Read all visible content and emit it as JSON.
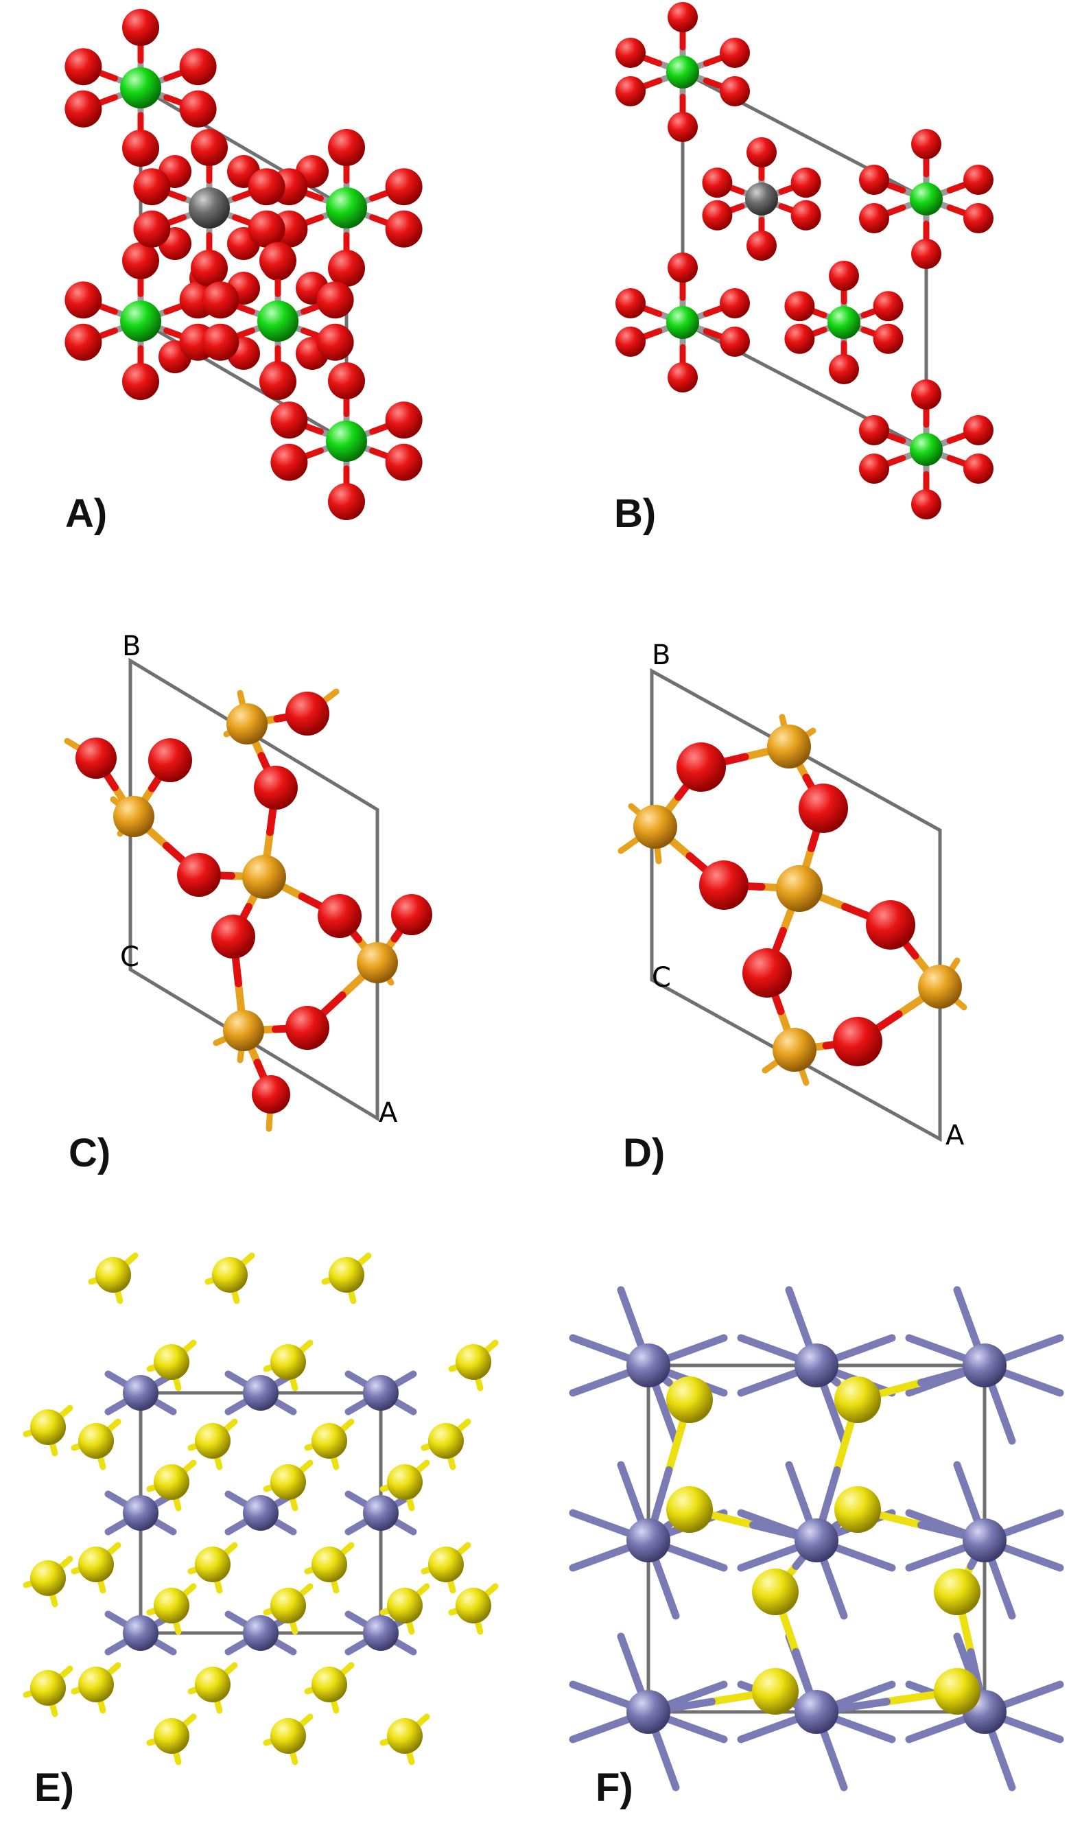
{
  "panels": [
    {
      "label": "A)"
    },
    {
      "label": "B)"
    },
    {
      "label": "C)",
      "axes": {
        "a": "A",
        "b": "B",
        "c": "C"
      }
    },
    {
      "label": "D)",
      "axes": {
        "a": "A",
        "b": "B",
        "c": "C"
      }
    },
    {
      "label": "E)"
    },
    {
      "label": "F)"
    }
  ],
  "colors": {
    "oxygen": "#e01010",
    "green_metal": "#12d412",
    "grey_metal": "#6f6f6f",
    "tetra_atom": "#e6a21e",
    "sulfur": "#ece010",
    "metal_purple": "#7a7ab4",
    "axis_a": "#ff3b3b",
    "axis_b": "#f2e21a",
    "axis_c": "#1ed81e",
    "cell_edge": "#707070"
  }
}
